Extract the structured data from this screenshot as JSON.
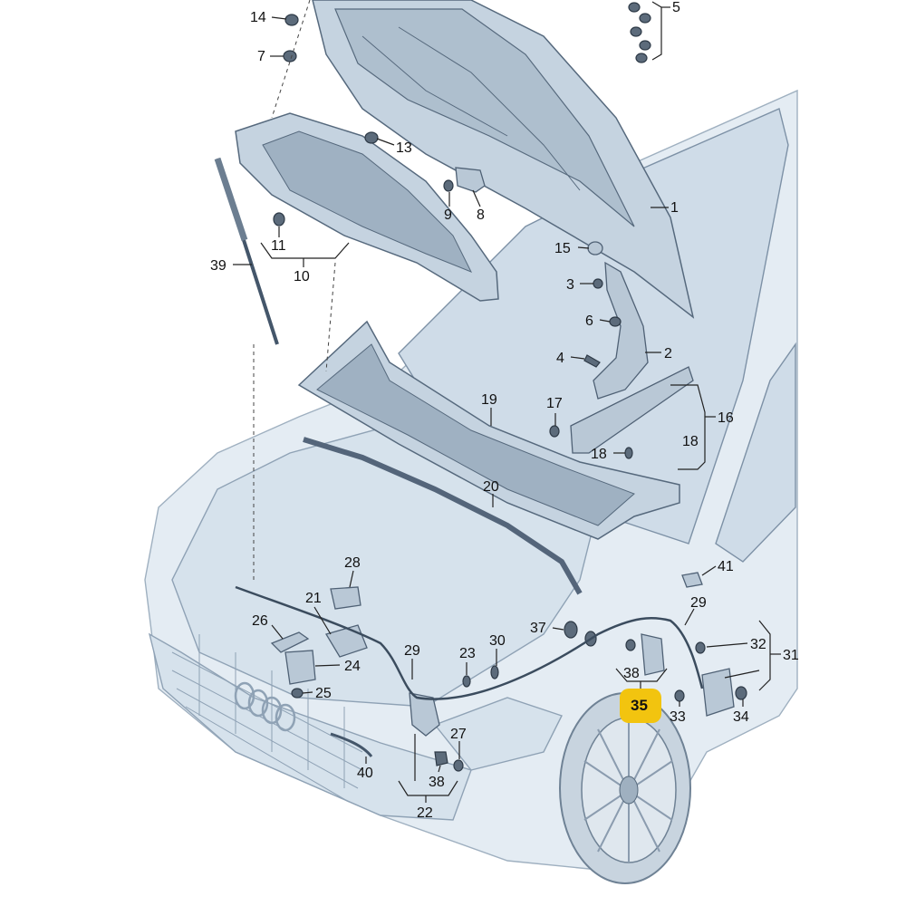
{
  "diagram": {
    "labels": {
      "l1": "1",
      "l2": "2",
      "l3": "3",
      "l4": "4",
      "l5": "5",
      "l6": "6",
      "l7": "7",
      "l8": "8",
      "l9": "9",
      "l10": "10",
      "l11": "11",
      "l13": "13",
      "l14": "14",
      "l15": "15",
      "l16": "16",
      "l17": "17",
      "l18a": "18",
      "l18b": "18",
      "l19": "19",
      "l20": "20",
      "l21": "21",
      "l22": "22",
      "l23": "23",
      "l24": "24",
      "l25": "25",
      "l26": "26",
      "l27": "27",
      "l28": "28",
      "l29a": "29",
      "l29b": "29",
      "l30": "30",
      "l31": "31",
      "l32": "32",
      "l33": "33",
      "l34": "34",
      "l35": "35",
      "l37": "37",
      "l38a": "38",
      "l38b": "38",
      "l39": "39",
      "l40": "40",
      "l41": "41"
    },
    "highlight_color": "#f2c40f"
  }
}
